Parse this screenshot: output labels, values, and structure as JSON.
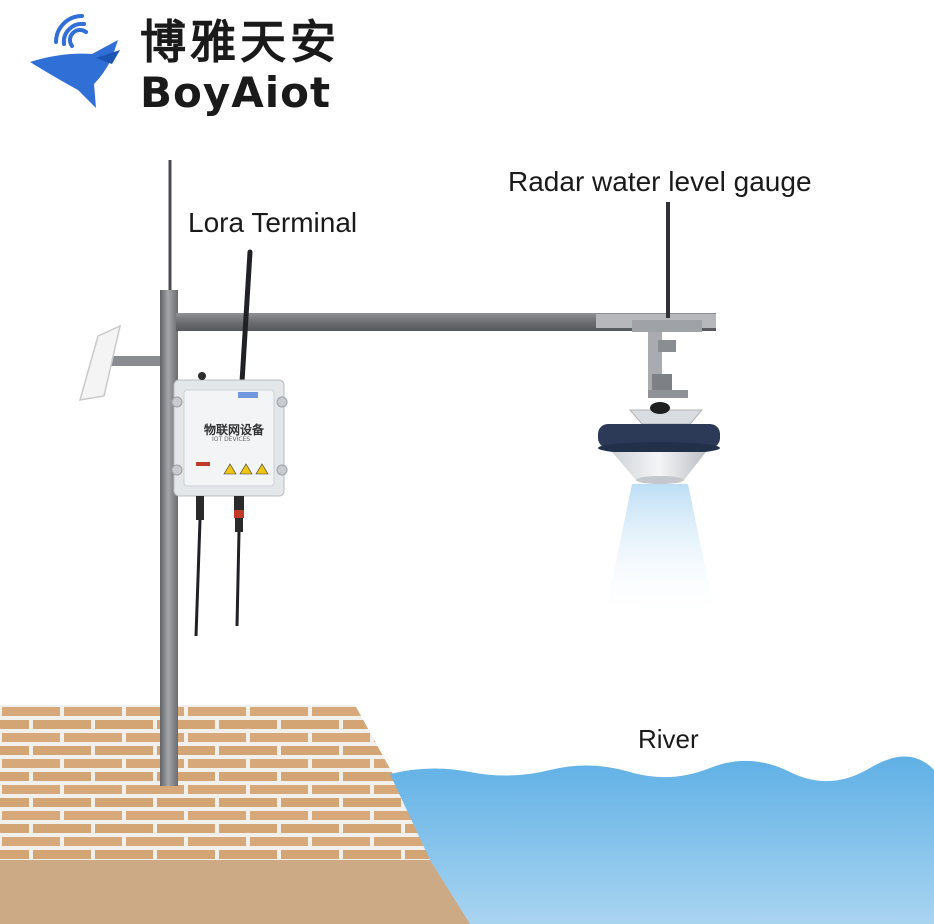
{
  "brand": {
    "name_cn": "博雅天安",
    "name_en": "BoyAiot",
    "accent_color": "#2f6fd6"
  },
  "labels": {
    "lora_terminal": "Lora Terminal",
    "radar_gauge": "Radar water level gauge",
    "river": "River"
  },
  "device": {
    "text_cn": "物联网设备",
    "text_en": "IOT DEVICES"
  },
  "colors": {
    "water": "#6db6e6",
    "brick": "#d4a77a",
    "pole": "#7a7c80",
    "gauge_band": "#2c3a58"
  },
  "icons": [
    "bird-logo-icon",
    "wifi-signal-icon"
  ]
}
